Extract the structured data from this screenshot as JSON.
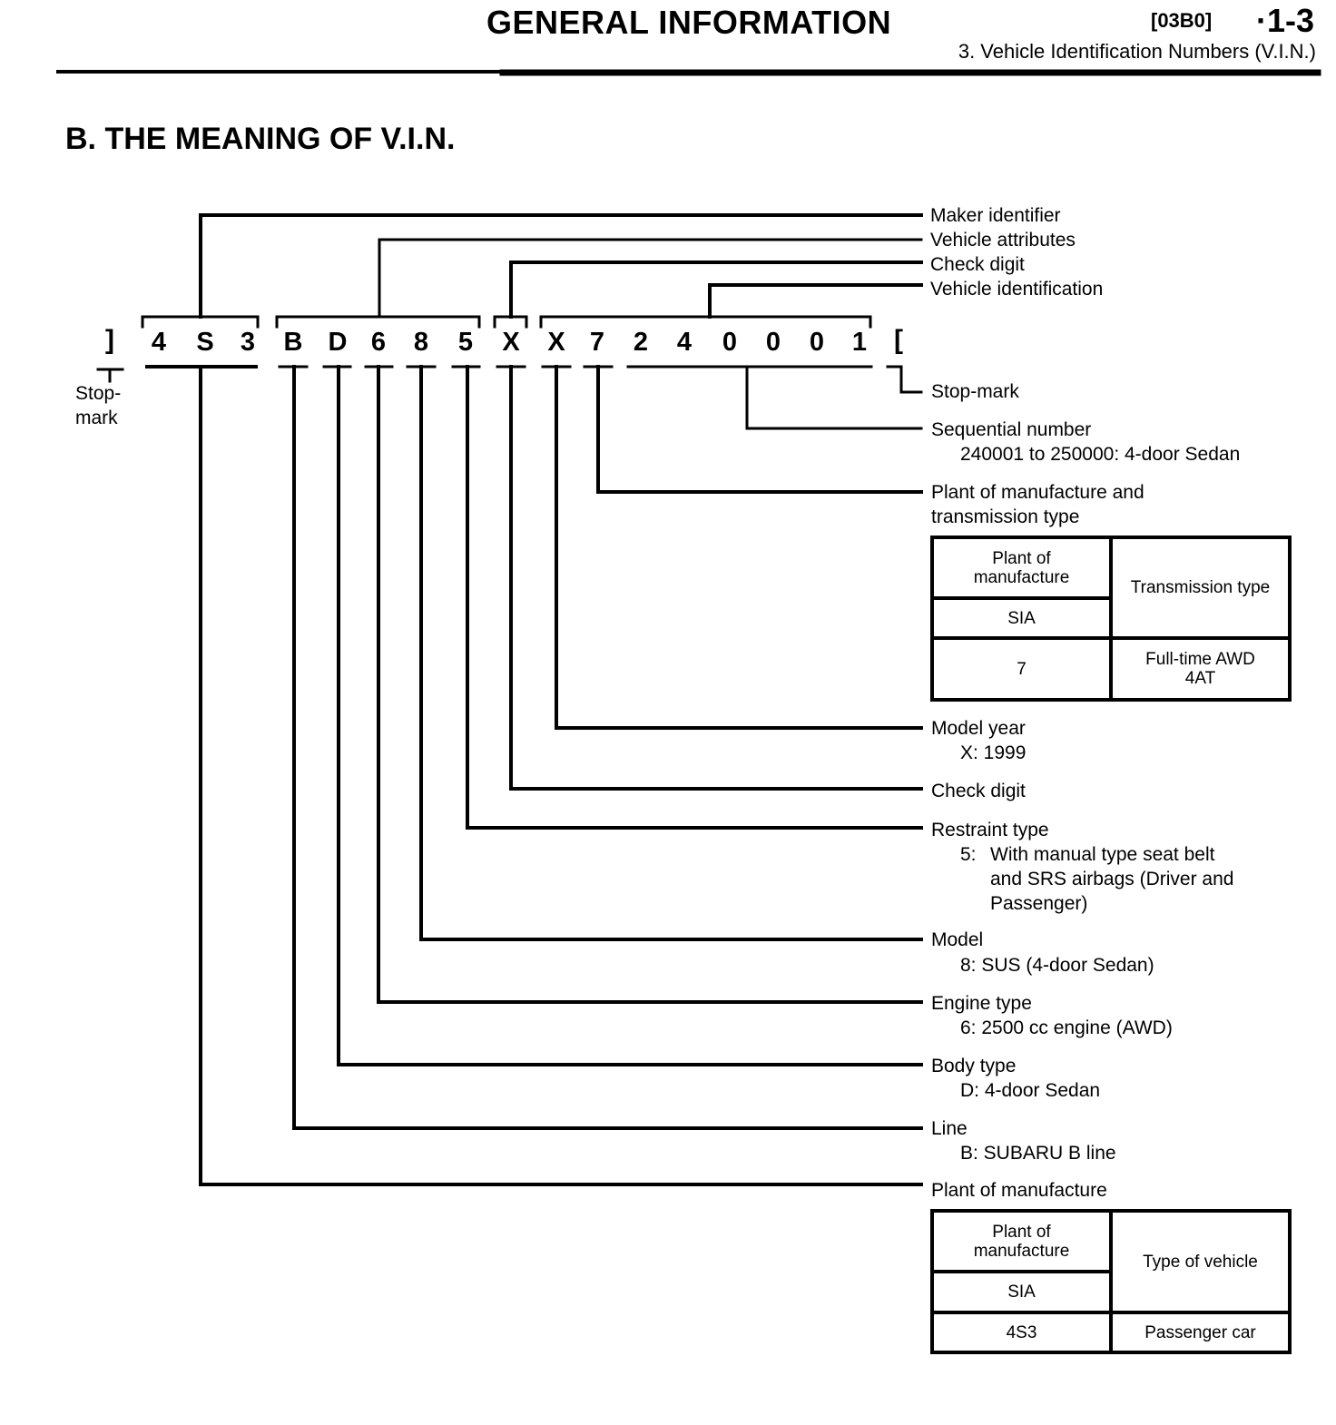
{
  "header": {
    "title": "GENERAL INFORMATION",
    "code": "[03B0]",
    "page": "·1-3",
    "subtitle": "3. Vehicle Identification Numbers (V.I.N.)"
  },
  "section_title": "B. THE MEANING OF V.I.N.",
  "vin": {
    "open_bracket": "]",
    "close_bracket": "[",
    "chars": [
      "4",
      "S",
      "3",
      "B",
      "D",
      "6",
      "8",
      "5",
      "X",
      "X",
      "7",
      "2",
      "4",
      "0",
      "0",
      "0",
      "1"
    ]
  },
  "stop_mark_left": [
    "Stop-",
    "mark"
  ],
  "top_labels": {
    "maker_identifier": "Maker identifier",
    "vehicle_attributes": "Vehicle attributes",
    "check_digit": "Check digit",
    "vehicle_identification": "Vehicle identification"
  },
  "right_labels": {
    "stop_mark": "Stop-mark",
    "sequential": {
      "title": "Sequential number",
      "desc": "240001 to 250000: 4-door Sedan"
    },
    "plant_trans": {
      "title_line1": "Plant of manufacture and",
      "title_line2": "transmission type"
    },
    "model_year": {
      "title": "Model year",
      "desc": "X: 1999"
    },
    "check_digit": "Check digit",
    "restraint": {
      "title": "Restraint type",
      "code": "5:",
      "desc_line1": "With manual type seat belt",
      "desc_line2": "and SRS airbags (Driver and",
      "desc_line3": "Passenger)"
    },
    "model": {
      "title": "Model",
      "desc": "8: SUS (4-door Sedan)"
    },
    "engine": {
      "title": "Engine type",
      "desc": "6:  2500 cc engine (AWD)"
    },
    "body": {
      "title": "Body type",
      "desc": "D: 4-door Sedan"
    },
    "line": {
      "title": "Line",
      "desc": "B: SUBARU B line"
    },
    "plant": {
      "title": "Plant of manufacture"
    }
  },
  "table_transmission": {
    "header_plant_line1": "Plant of",
    "header_plant_line2": "manufacture",
    "header_plant_sub": "SIA",
    "header_right": "Transmission type",
    "row_code": "7",
    "row_value_line1": "Full-time AWD",
    "row_value_line2": "4AT"
  },
  "table_vehicle": {
    "header_plant_line1": "Plant of",
    "header_plant_line2": "manufacture",
    "header_plant_sub": "SIA",
    "header_right": "Type of vehicle",
    "row_code": "4S3",
    "row_value": "Passenger car"
  }
}
